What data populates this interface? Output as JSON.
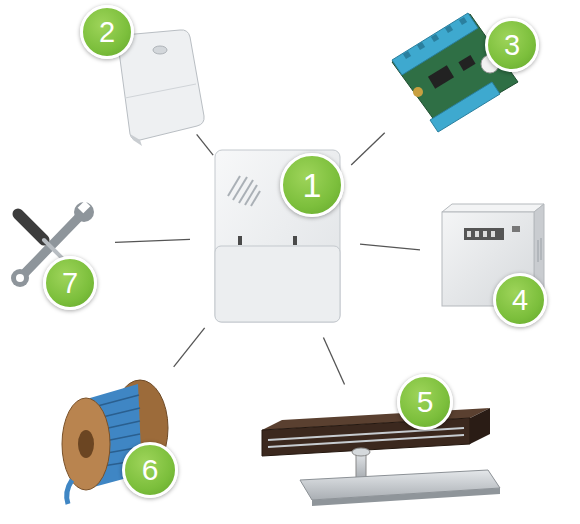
{
  "diagram": {
    "nodes": [
      {
        "text": [
          "1"
        ]
      },
      {
        "text": [
          "2"
        ]
      },
      {
        "text": [
          "3"
        ]
      },
      {
        "text": [
          "4"
        ]
      },
      {
        "text": [
          "5"
        ]
      },
      {
        "text": [
          "6"
        ]
      },
      {
        "text": [
          "7"
        ]
      }
    ],
    "edges": [
      {
        "from": 0,
        "to": 1,
        "arrow": "none"
      },
      {
        "from": 0,
        "to": 2,
        "arrow": "none"
      },
      {
        "from": 0,
        "to": 3,
        "arrow": "none"
      },
      {
        "from": 0,
        "to": 4,
        "arrow": "none"
      },
      {
        "from": 0,
        "to": 5,
        "arrow": "none"
      },
      {
        "from": 0,
        "to": 6,
        "arrow": "none"
      }
    ]
  }
}
